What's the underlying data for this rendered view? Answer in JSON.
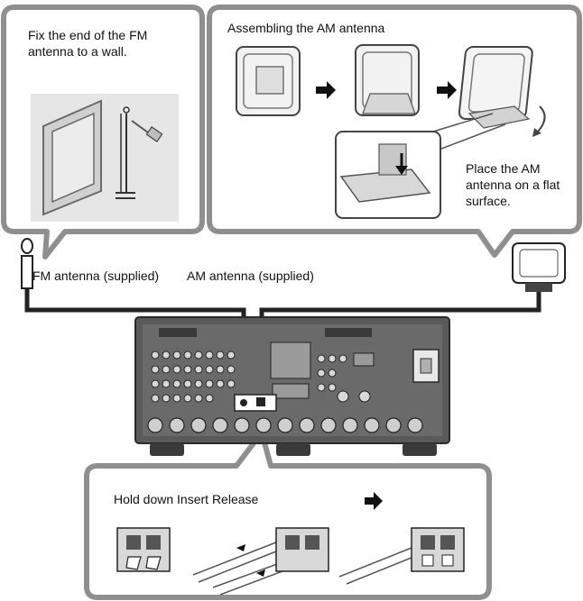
{
  "fm_panel": {
    "instruction": "Fix the end of the FM antenna to a wall."
  },
  "am_panel": {
    "title": "Assembling the AM antenna",
    "instruction": "Place the AM antenna on a flat surface."
  },
  "antennas": {
    "fm_label": "FM antenna (supplied)",
    "am_label": "AM antenna (supplied)"
  },
  "speaker_panel": {
    "steps_text": "Hold down Insert Release"
  },
  "colors": {
    "frame": "#9a9a9a",
    "receiver_body": "#5a5a5a",
    "receiver_dark": "#2f2f2f",
    "panel_gray": "#d8d8d8"
  }
}
